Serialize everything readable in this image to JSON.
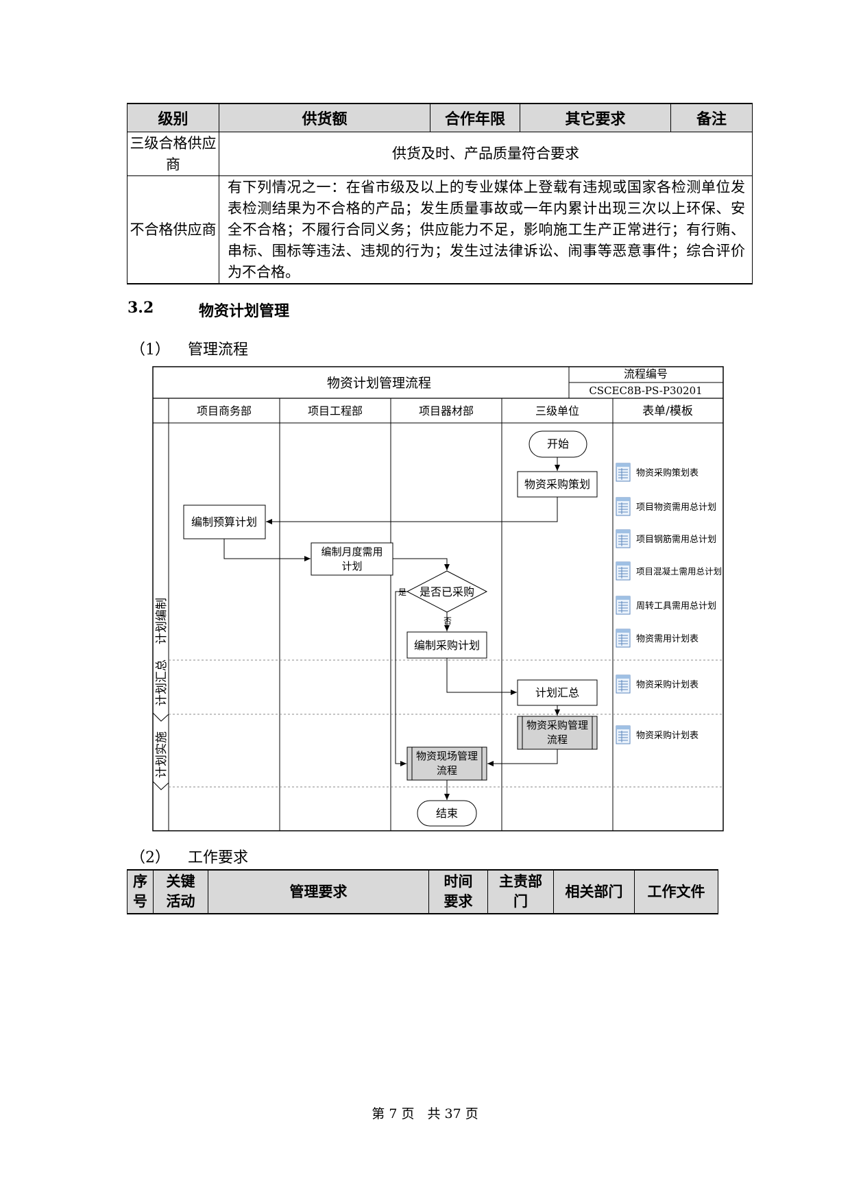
{
  "supplier_table": {
    "headers": [
      "级别",
      "供货额",
      "合作年限",
      "其它要求",
      "备注"
    ],
    "rows": [
      {
        "level": "三级合格供应商",
        "text": "供货及时、产品质量符合要求"
      },
      {
        "level": "不合格供应商",
        "text": "有下列情况之一：在省市级及以上的专业媒体上登载有违规或国家各检测单位发表检测结果为不合格的产品；发生质量事故或一年内累计出现三次以上环保、安全不合格；不履行合同义务；供应能力不足，影响施工生产正常进行；有行贿、串标、围标等违法、违规的行为；发生过法律诉讼、闹事等恶意事件；综合评价为不合格。"
      }
    ]
  },
  "section": {
    "number": "3.2",
    "title": "物资计划管理"
  },
  "subsection1": {
    "number": "（1）",
    "title": "管理流程"
  },
  "flowchart": {
    "title": "物资计划管理流程",
    "code_label": "流程编号",
    "code": "CSCEC8B-PS-P30201",
    "lanes": [
      "项目商务部",
      "项目工程部",
      "项目器材部",
      "三级单位",
      "表单/模板"
    ],
    "phases": [
      "计划编制",
      "计划汇总",
      "计划实施"
    ],
    "nodes": {
      "start": "开始",
      "purchase_plan": "物资采购策划",
      "budget_plan": "编制预算计划",
      "monthly_plan": "编制月度需用计划",
      "decision": "是否已采购",
      "yes": "是",
      "no": "否",
      "purchase_compile": "编制采购计划",
      "summary": "计划汇总",
      "mgmt_flow": "物资采购管理流程",
      "site_flow": "物资现场管理流程",
      "end": "结束"
    },
    "forms": [
      "物资采购策划表",
      "项目物资需用总计划",
      "项目钢筋需用总计划",
      "项目混凝土需用总计划",
      "周转工具需用总计划",
      "物资需用计划表",
      "物资采购计划表",
      "物资采购计划表"
    ]
  },
  "subsection2": {
    "number": "（2）",
    "title": "工作要求"
  },
  "work_table": {
    "headers": [
      "序号",
      "关键活动",
      "管理要求",
      "时间要求",
      "主责部门",
      "相关部门",
      "工作文件"
    ]
  },
  "footer": "第 7 页　共 37 页"
}
